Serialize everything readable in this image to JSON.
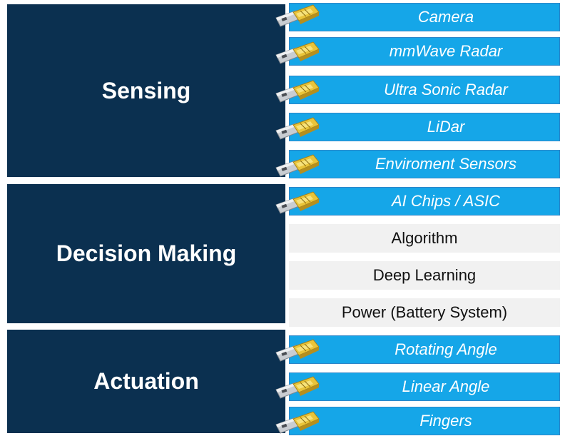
{
  "categories": {
    "sensing": "Sensing",
    "decision": "Decision Making",
    "actuation": "Actuation"
  },
  "sensing_items": [
    "Camera",
    "mmWave Radar",
    "Ultra Sonic Radar",
    "LiDar",
    "Enviroment Sensors"
  ],
  "decision_items": [
    "AI Chips / ASIC",
    "Algorithm",
    "Deep Learning",
    "Power (Battery System)"
  ],
  "actuation_items": [
    "Rotating Angle",
    "Linear Angle",
    "Fingers"
  ],
  "colors": {
    "category_bg": "#0b3050",
    "item_blue": "#15a6e8",
    "item_grey": "#f1f1f1"
  },
  "icons": {
    "component": "chip-icon"
  }
}
